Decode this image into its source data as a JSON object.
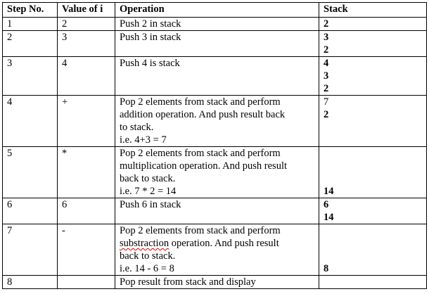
{
  "headers": [
    "Step No.",
    "Value of i",
    "Operation",
    "Stack"
  ],
  "rows": [
    {
      "step": "1",
      "value": "2",
      "operation": [
        "Push 2 in stack"
      ],
      "stack": [
        "2"
      ],
      "stack_bold": [
        true
      ]
    },
    {
      "step": "2",
      "value": "3",
      "operation": [
        "Push 3 in stack"
      ],
      "stack": [
        "3",
        "2"
      ],
      "stack_bold": [
        true,
        true
      ]
    },
    {
      "step": "3",
      "value": "4",
      "operation": [
        "Push 4 is stack"
      ],
      "stack": [
        "4",
        "3",
        "2"
      ],
      "stack_bold": [
        true,
        true,
        true
      ]
    },
    {
      "step": "4",
      "value": "+",
      "operation": [
        "Pop 2 elements from stack and perform",
        "addition operation. And push result back",
        "to stack.",
        "i.e. 4+3 = 7"
      ],
      "stack": [
        "7",
        "2"
      ],
      "stack_bold": [
        false,
        true
      ]
    },
    {
      "step": "5",
      "value": "*",
      "operation": [
        "Pop 2 elements from stack and perform",
        "multiplication operation. And push result",
        "back to stack.",
        "i.e. 7 * 2 = 14"
      ],
      "stack": [
        "14"
      ],
      "stack_bold": [
        true
      ],
      "stack_bottom": true
    },
    {
      "step": "6",
      "value": "6",
      "operation": [
        "Push 6 in stack"
      ],
      "stack": [
        "6",
        "14"
      ],
      "stack_bold": [
        true,
        true
      ]
    },
    {
      "step": "7",
      "value": "-",
      "operation": [
        "Pop 2 elements from stack and perform",
        "substraction operation. And push result",
        "back to stack.",
        "i.e. 14 - 6 = 8"
      ],
      "stack": [
        "8"
      ],
      "stack_bold": [
        true
      ],
      "stack_bottom": true,
      "misspelled_word": "substraction"
    },
    {
      "step": "8",
      "value": "",
      "operation": [
        "Pop result from stack and display"
      ],
      "stack": [],
      "stack_bold": []
    }
  ]
}
